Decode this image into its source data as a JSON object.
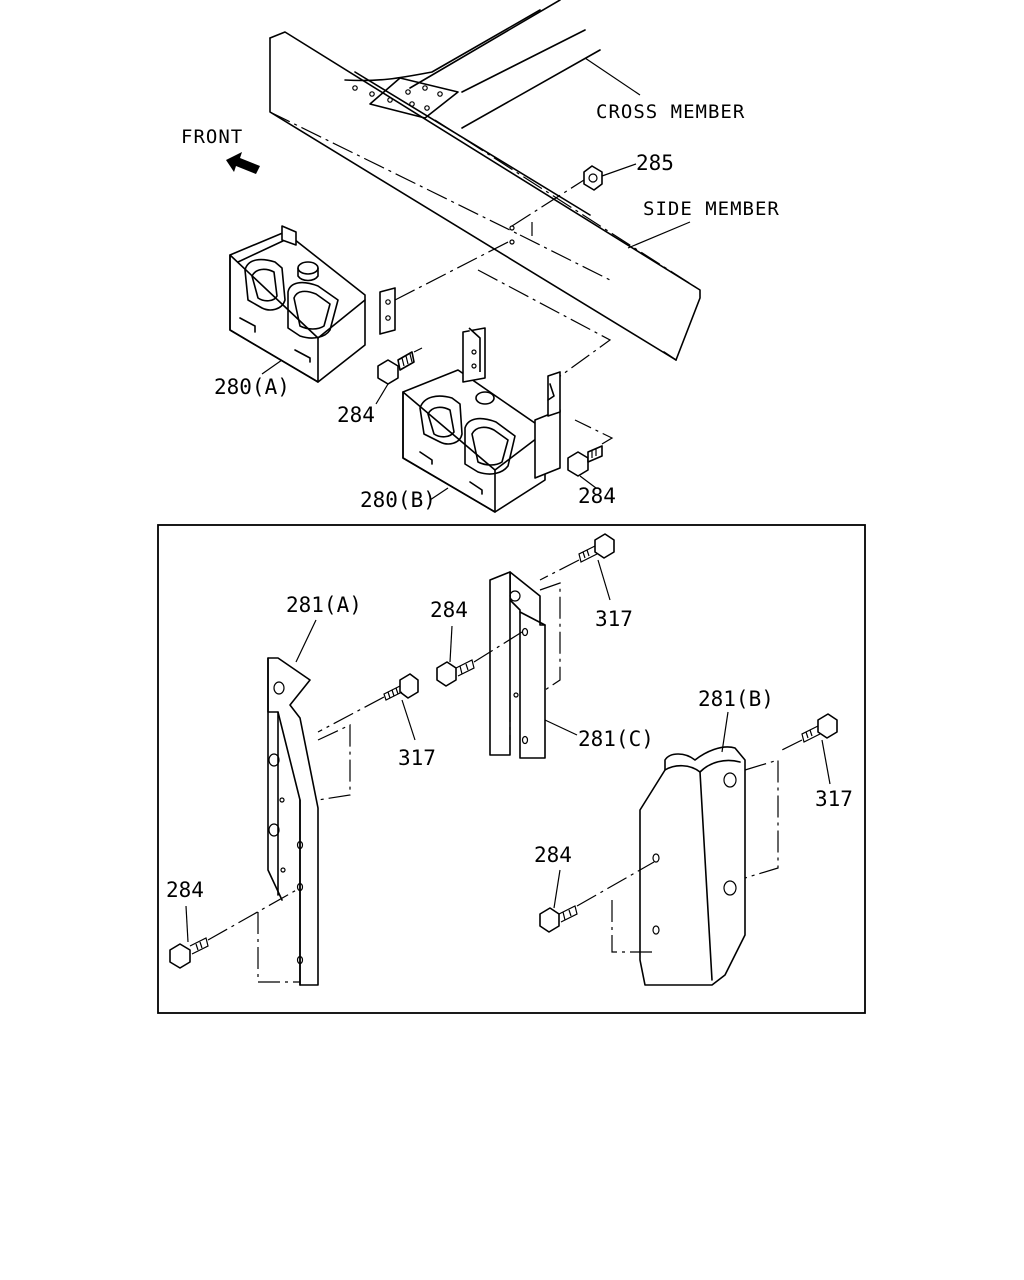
{
  "labels": {
    "cross_member": "CROSS MEMBER",
    "side_member": "SIDE MEMBER",
    "front": "FRONT"
  },
  "upper_parts": {
    "p285": "285",
    "p280a": "280(A)",
    "p280b": "280(B)",
    "p284_left": "284",
    "p284_right": "284"
  },
  "detail_box": {
    "p281a": "281(A)",
    "p281b": "281(B)",
    "p281c": "281(C)",
    "p284_top": "284",
    "p284_left": "284",
    "p284_right": "284",
    "p317_top": "317",
    "p317_mid": "317",
    "p317_right": "317"
  }
}
